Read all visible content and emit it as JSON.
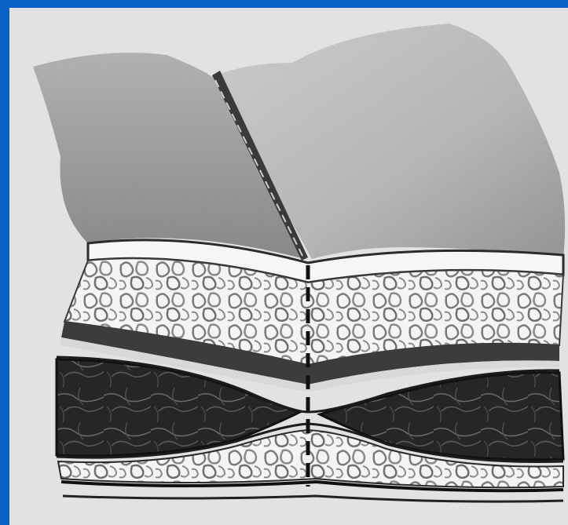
{
  "figure": {
    "subject": "abdominal-wall-cross-section",
    "layers": [
      "skin",
      "subcutaneous-fat",
      "fascia",
      "rectus-muscle",
      "peritoneum"
    ],
    "colors": {
      "frame": "#0a64c8",
      "background": "#e2e2e2",
      "skin": "#9a9a9a",
      "muscle": "#2a2a2a",
      "fat": "#f2f2f2"
    }
  }
}
